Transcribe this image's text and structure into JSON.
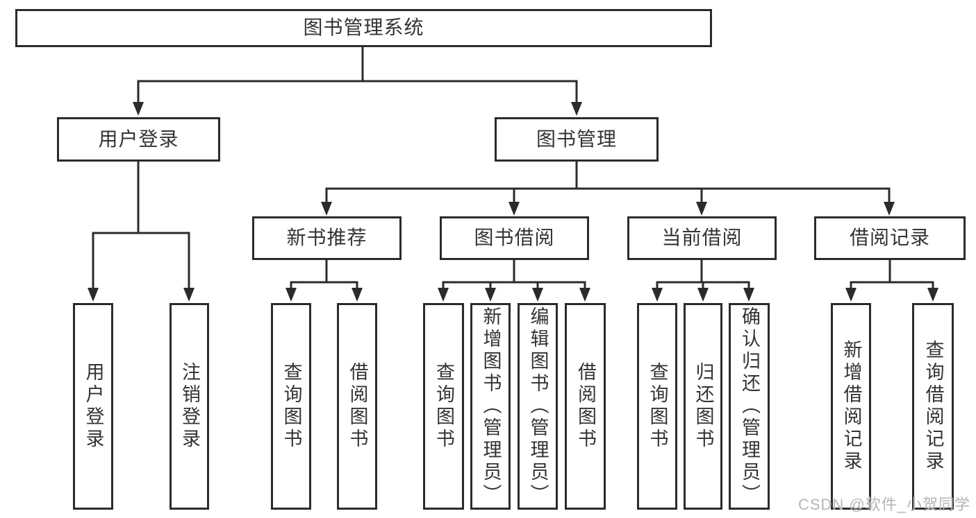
{
  "diagram": {
    "title_node": "图书管理系统",
    "nodes": {
      "user_login": "用户登录",
      "book_management": "图书管理",
      "new_book_recommend": "新书推荐",
      "book_borrowing": "图书借阅",
      "current_borrowing": "当前借阅",
      "borrowing_records": "借阅记录"
    },
    "leaves": {
      "user_login": "用户登录",
      "logout": "注销登录",
      "nb_query_books": "查询图书",
      "nb_borrow_books": "借阅图书",
      "bb_query_books": "查询图书",
      "bb_add_books": "新增图书（管理员）",
      "bb_edit_books": "编辑图书（管理员）",
      "bb_borrow_books": "借阅图书",
      "cb_query_books": "查询图书",
      "cb_return_books": "归还图书",
      "cb_confirm_return": "确认归还（管理员）",
      "br_add_record": "新增借阅记录",
      "br_query_record": "查询借阅记录"
    }
  },
  "watermark": "CSDN @软件_小贺同学",
  "colors": {
    "line": "#2b2b2b",
    "text": "#333333",
    "watermark": "#b5b5b5",
    "bg": "#ffffff"
  }
}
